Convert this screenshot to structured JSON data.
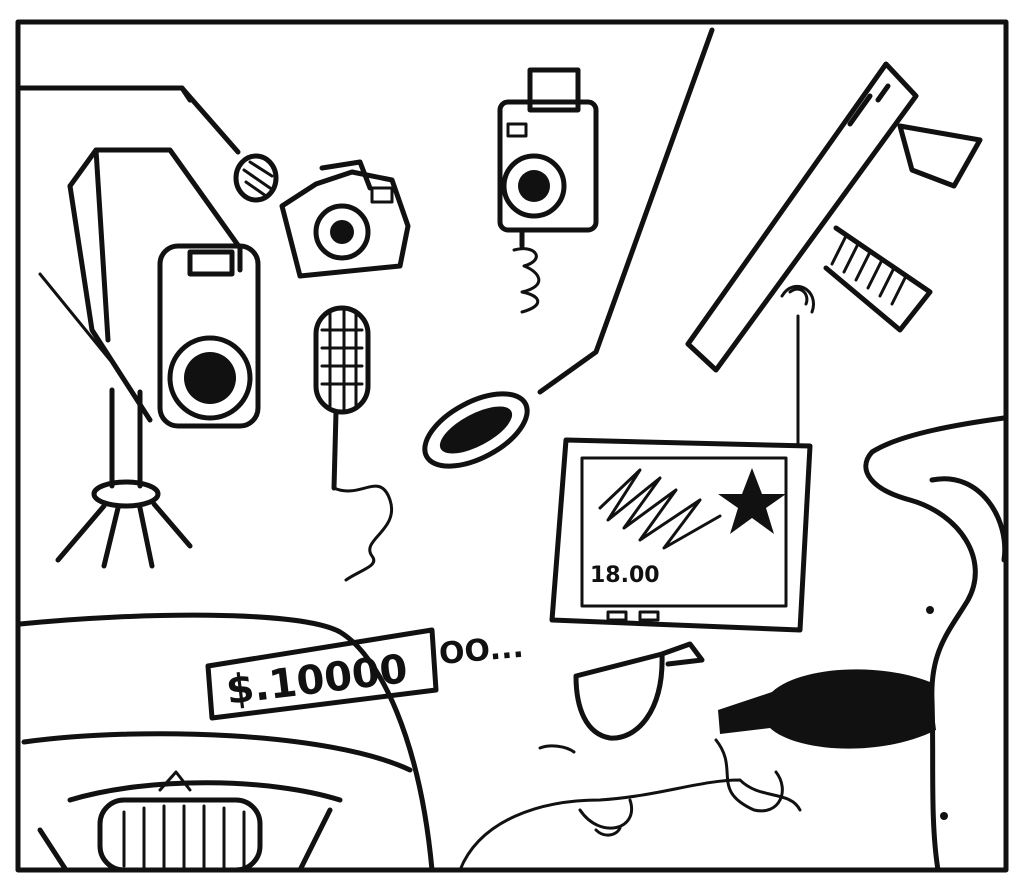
{
  "cartoon": {
    "price_tag_text": "$.10000",
    "price_tail_text": "OO...",
    "monitor_time": "18.00"
  },
  "colors": {
    "ink": "#111111",
    "paper": "#ffffff"
  },
  "icons": [
    "tv-camera-icon",
    "boom-microphone-icon",
    "photo-camera-icon",
    "handheld-microphone-icon",
    "movie-camera-icon",
    "shotgun-microphone-icon",
    "video-camera-icon",
    "tv-monitor-icon",
    "wine-glass-icon",
    "wine-bottle-icon",
    "car-steering-wheel-icon",
    "woman-figure-icon"
  ]
}
